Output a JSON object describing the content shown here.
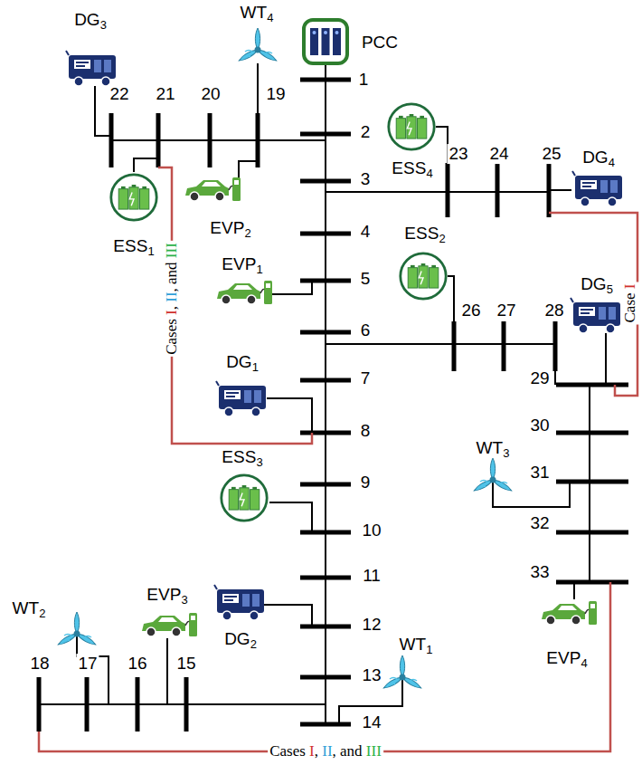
{
  "diagram": {
    "labels": [
      "1",
      "2",
      "3",
      "4",
      "5",
      "6",
      "7",
      "8",
      "9",
      "10",
      "11",
      "12",
      "13",
      "14",
      "15",
      "16",
      "17",
      "18",
      "19",
      "20",
      "21",
      "22",
      "23",
      "24",
      "25",
      "26",
      "27",
      "28",
      "29",
      "30",
      "31",
      "32",
      "33",
      "PCC",
      "WT4",
      "DG3",
      "EVP2",
      "ESS1",
      "ESS4",
      "DG4",
      "EVP1",
      "ESS2",
      "DG5",
      "DG1",
      "ESS3",
      "DG2",
      "WT3",
      "EVP3",
      "WT2",
      "WT1",
      "EVP4",
      "Cases I, II, and III",
      "Cases I, II, and III",
      "Case I"
    ]
  }
}
